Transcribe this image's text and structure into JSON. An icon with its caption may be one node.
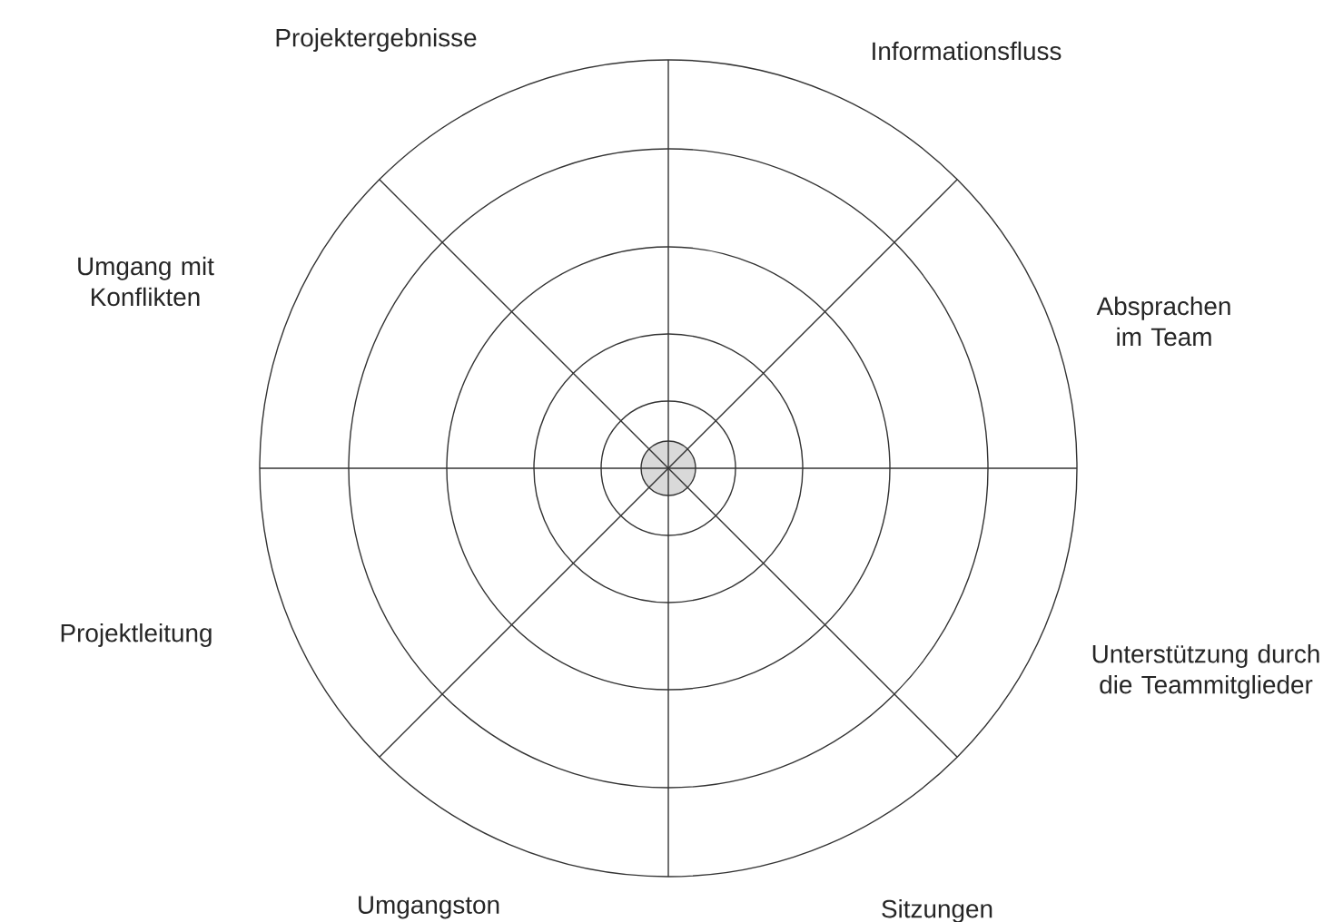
{
  "diagram": {
    "labels": [
      "Projektergebnisse",
      "Informationsfluss",
      "Umgang mit Konflikten",
      "Absprachen im Team",
      "Projektleitung",
      "Unterstützung durch die Teammitglieder",
      "Umgangston",
      "Sitzungen"
    ]
  }
}
